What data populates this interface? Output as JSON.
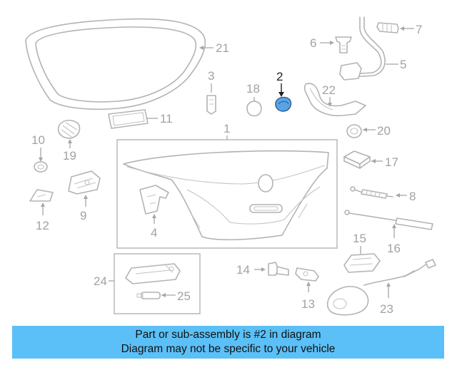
{
  "callouts": {
    "c1": "1",
    "c2": "2",
    "c3": "3",
    "c4": "4",
    "c5": "5",
    "c6": "6",
    "c7": "7",
    "c8": "8",
    "c9": "9",
    "c10": "10",
    "c11": "11",
    "c12": "12",
    "c13": "13",
    "c14": "14",
    "c15": "15",
    "c16": "16",
    "c17": "17",
    "c18": "18",
    "c19": "19",
    "c20": "20",
    "c21": "21",
    "c22": "22",
    "c23": "23",
    "c24": "24",
    "c25": "25"
  },
  "highlighted_part": "2",
  "colors": {
    "highlight_fill": "#5aa3e6",
    "banner_background": "#5bc0f7",
    "line_art": "#b3b3b3"
  },
  "footer": {
    "line1": "Part or sub-assembly is #2 in diagram",
    "line2": "Diagram may not be specific to your vehicle"
  }
}
